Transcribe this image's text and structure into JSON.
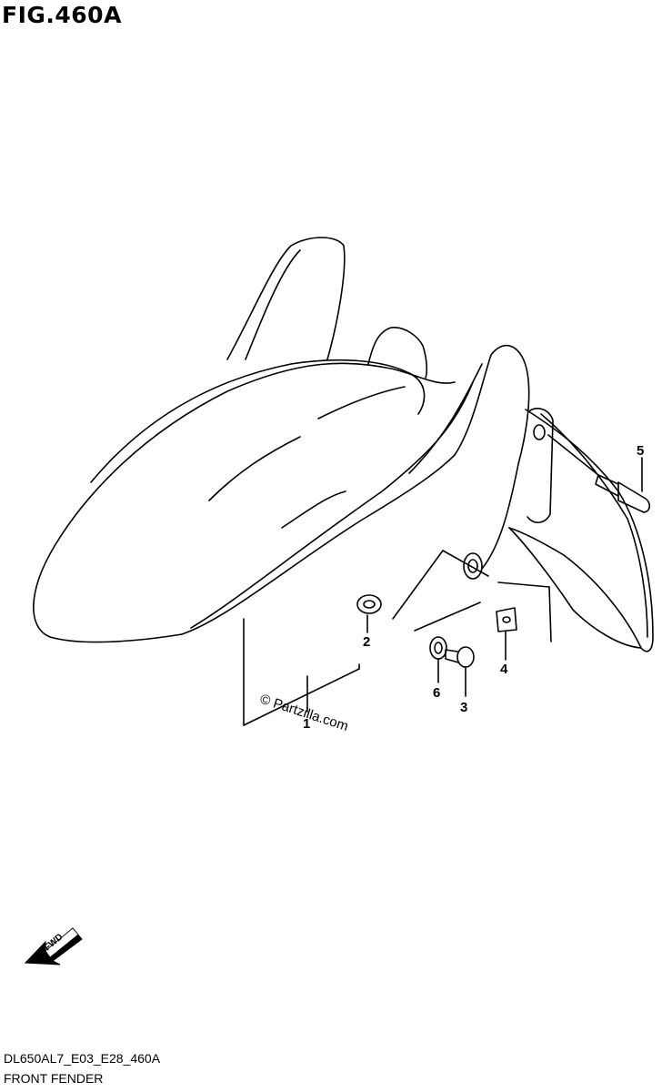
{
  "figure": {
    "title": "FIG.460A",
    "code": "DL650AL7_E03_E28_460A",
    "name": "FRONT FENDER"
  },
  "callouts": [
    "1",
    "2",
    "3",
    "4",
    "5",
    "6"
  ],
  "watermark": "© Partzilla.com",
  "fwd_label": "FWD"
}
